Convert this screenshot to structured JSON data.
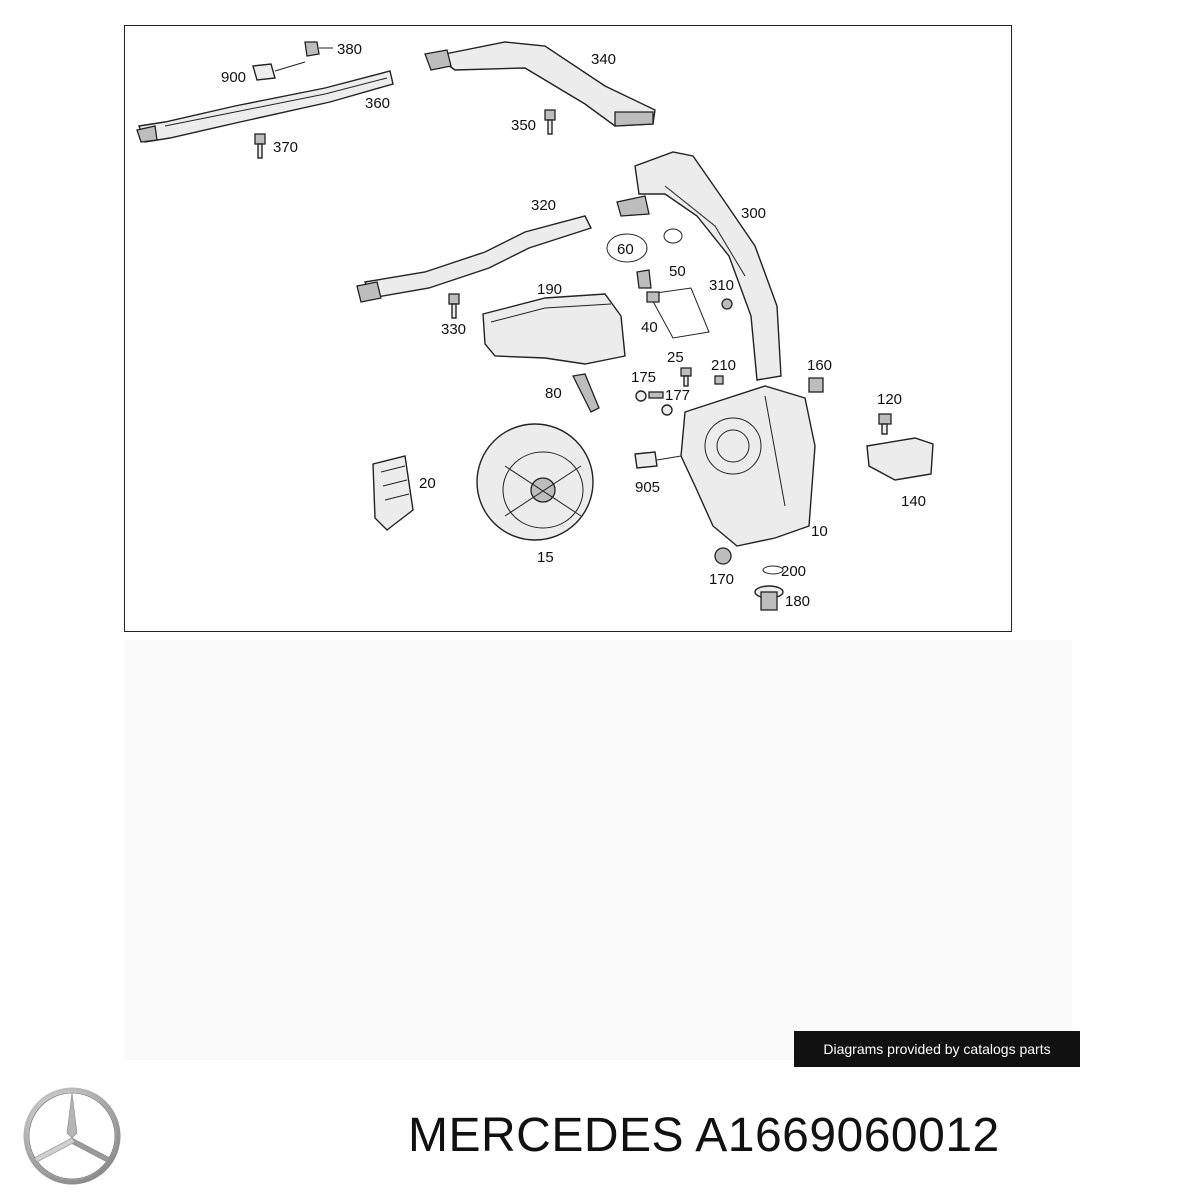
{
  "diagram": {
    "labels": [
      {
        "id": "380",
        "text": "380"
      },
      {
        "id": "900",
        "text": "900"
      },
      {
        "id": "360",
        "text": "360"
      },
      {
        "id": "370",
        "text": "370"
      },
      {
        "id": "340",
        "text": "340"
      },
      {
        "id": "350",
        "text": "350"
      },
      {
        "id": "300",
        "text": "300"
      },
      {
        "id": "320",
        "text": "320"
      },
      {
        "id": "60",
        "text": "60"
      },
      {
        "id": "50",
        "text": "50"
      },
      {
        "id": "310",
        "text": "310"
      },
      {
        "id": "190",
        "text": "190"
      },
      {
        "id": "330",
        "text": "330"
      },
      {
        "id": "40",
        "text": "40"
      },
      {
        "id": "25",
        "text": "25"
      },
      {
        "id": "210",
        "text": "210"
      },
      {
        "id": "160",
        "text": "160"
      },
      {
        "id": "175",
        "text": "175"
      },
      {
        "id": "177",
        "text": "177"
      },
      {
        "id": "80",
        "text": "80"
      },
      {
        "id": "120",
        "text": "120"
      },
      {
        "id": "20",
        "text": "20"
      },
      {
        "id": "905",
        "text": "905"
      },
      {
        "id": "140",
        "text": "140"
      },
      {
        "id": "10",
        "text": "10"
      },
      {
        "id": "15",
        "text": "15"
      },
      {
        "id": "170",
        "text": "170"
      },
      {
        "id": "200",
        "text": "200"
      },
      {
        "id": "180",
        "text": "180"
      }
    ]
  },
  "credit": "Diagrams provided by catalogs parts",
  "brand": {
    "name": "MERCEDES",
    "part_number": "A1669060012",
    "logo_icon": "mercedes-star-icon"
  }
}
